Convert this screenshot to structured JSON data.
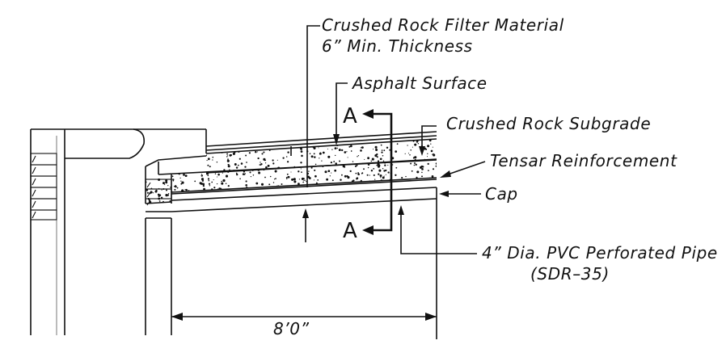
{
  "labels": {
    "filter_line1": "Crushed Rock Filter Material",
    "filter_line2": "6” Min. Thickness",
    "asphalt": "Asphalt Surface",
    "subgrade": "Crushed Rock Subgrade",
    "tensar": "Tensar Reinforcement",
    "cap": "Cap",
    "pipe_line1": "4” Dia. PVC Perforated Pipe",
    "pipe_line2": "(SDR–35)",
    "dimension": "8’0”"
  },
  "section_marker": {
    "top": "A",
    "bottom": "A"
  },
  "colors": {
    "ink": "#111111",
    "background": "#ffffff"
  }
}
